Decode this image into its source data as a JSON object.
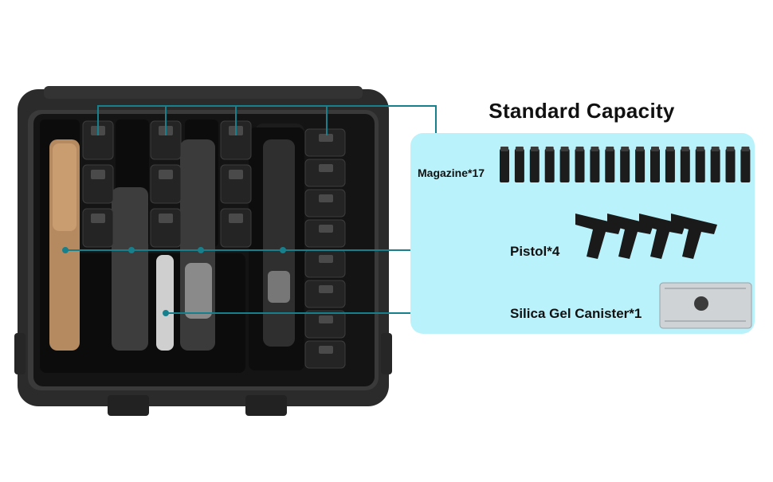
{
  "heading": "Standard Capacity",
  "items": [
    {
      "name": "Magazine",
      "label": "Magazine*17",
      "count": 17
    },
    {
      "name": "Pistol",
      "label": "Pistol*4",
      "count": 4
    },
    {
      "name": "Silica Gel Canister",
      "label": "Silica Gel Canister*1",
      "count": 1
    }
  ],
  "colors": {
    "panel": "#b9f2fb",
    "callout_line": "#17808d",
    "case_body": "#2b2b2b",
    "foam": "#141414"
  },
  "icons": [
    "pistol-case",
    "magazine",
    "pistol",
    "silica-gel-canister"
  ]
}
